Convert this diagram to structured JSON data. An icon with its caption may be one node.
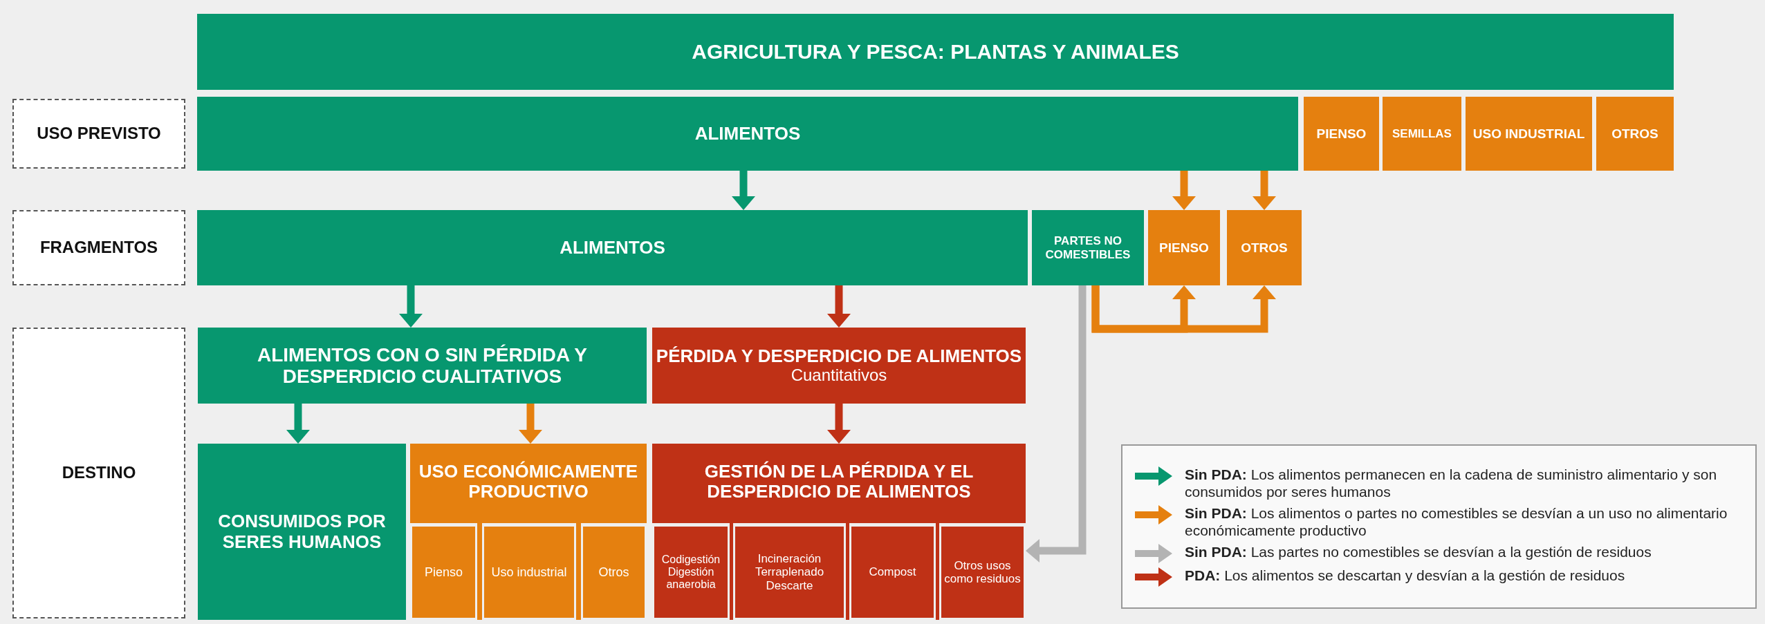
{
  "diagram": {
    "nodes": [
      {
        "text": [
          "AGRICULTURA Y PESCA: PLANTAS Y ANIMALES"
        ]
      },
      {
        "text": [
          "USO PREVISTO"
        ]
      },
      {
        "text": [
          "ALIMENTOS"
        ]
      },
      {
        "text": [
          "PIENSO"
        ]
      },
      {
        "text": [
          "SEMILLAS"
        ]
      },
      {
        "text": [
          "USO INDUSTRIAL"
        ]
      },
      {
        "text": [
          "OTROS"
        ]
      },
      {
        "text": [
          "FRAGMENTOS"
        ]
      },
      {
        "text": [
          "ALIMENTOS"
        ]
      },
      {
        "text": [
          "PARTES NO COMESTIBLES"
        ]
      },
      {
        "text": [
          "PIENSO"
        ]
      },
      {
        "text": [
          "OTROS"
        ]
      },
      {
        "text": [
          "DESTINO"
        ]
      },
      {
        "text": [
          "ALIMENTOS CON O SIN PÉRDIDA Y DESPERDICIO CUALITATIVOS"
        ]
      },
      {
        "text": [
          "PÉRDIDA Y DESPERDICIO DE ALIMENTOS",
          "Cuantitativos"
        ]
      },
      {
        "text": [
          "CONSUMIDOS POR SERES HUMANOS"
        ]
      },
      {
        "text": [
          "USO ECONÓMICAMENTE PRODUCTIVO"
        ]
      },
      {
        "text": [
          "Pienso"
        ],
        "in": 16
      },
      {
        "text": [
          "Uso industrial"
        ],
        "in": 16
      },
      {
        "text": [
          "Otros"
        ],
        "in": 16
      },
      {
        "text": [
          "GESTIÓN DE LA PÉRDIDA Y EL DESPERDICIO DE ALIMENTOS"
        ]
      },
      {
        "text": [
          "Codigestión Digestión anaerobia"
        ],
        "in": 20
      },
      {
        "text": [
          "Incineración Terraplenado Descarte"
        ],
        "in": 20
      },
      {
        "text": [
          "Compost"
        ],
        "in": 20
      },
      {
        "text": [
          "Otros usos como residuos"
        ],
        "in": 20
      }
    ],
    "edges": [
      {
        "from": 2,
        "to": 8,
        "arrow": "to",
        "color": "#07976f"
      },
      {
        "from": 2,
        "to": 10,
        "arrow": "to",
        "color": "#e5800f"
      },
      {
        "from": 2,
        "to": 11,
        "arrow": "to",
        "color": "#e5800f"
      },
      {
        "from": 8,
        "to": 13,
        "arrow": "to",
        "color": "#07976f"
      },
      {
        "from": 8,
        "to": 14,
        "arrow": "to",
        "color": "#bf3116"
      },
      {
        "from": 13,
        "to": 15,
        "arrow": "to",
        "color": "#07976f"
      },
      {
        "from": 13,
        "to": 16,
        "arrow": "to",
        "color": "#e5800f"
      },
      {
        "from": 14,
        "to": 20,
        "arrow": "to",
        "color": "#bf3116"
      },
      {
        "from": 9,
        "to": 10,
        "arrow": "to",
        "color": "#e5800f"
      },
      {
        "from": 9,
        "to": 11,
        "arrow": "to",
        "color": "#e5800f"
      },
      {
        "from": 9,
        "to": 24,
        "arrow": "to",
        "color": "#b3b3b3"
      }
    ],
    "legend": [
      {
        "text": "**Sin PDA:** Los alimentos permanecen en la cadena de suministro alimentario y son consumidos por seres humanos",
        "color": "#07976f"
      },
      {
        "text": "**Sin PDA:** Los alimentos o partes no comestibles se desvían a un uso no alimentario económicamente productivo",
        "color": "#e5800f"
      },
      {
        "text": "**Sin PDA:** Las partes no comestibles se desvían a la gestión de residuos",
        "color": "#b3b3b3"
      },
      {
        "text": "**PDA:** Los alimentos se descartan y desvían a la gestión de residuos",
        "color": "#bf3116"
      }
    ]
  }
}
